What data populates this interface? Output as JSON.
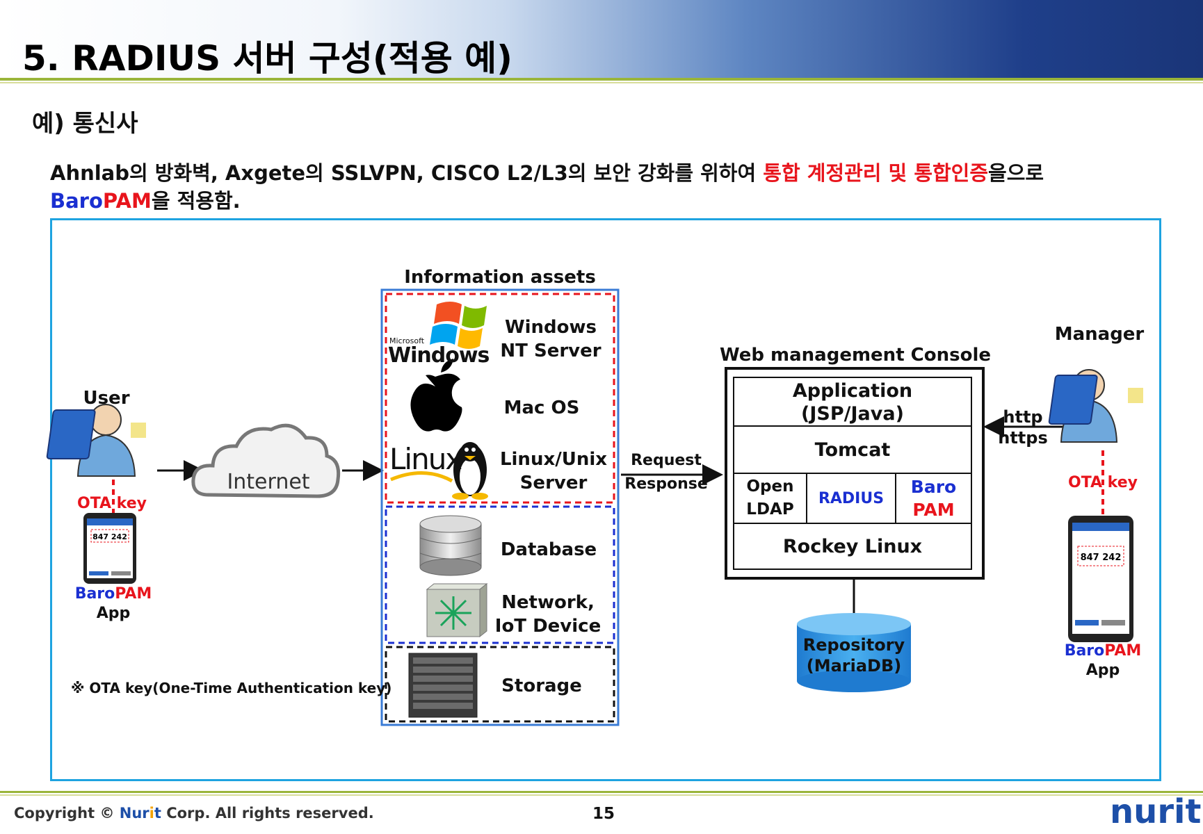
{
  "header": {
    "title": "5. RADIUS 서버 구성(적용 예)"
  },
  "subtitle": "예) 통신사",
  "description": {
    "part1": "Ahnlab의 방화벽, Axgete의 SSLVPN, CISCO L2/L3의 보안 강화를 위하여 ",
    "highlight": "통합 계정관리 및 통합인증",
    "part2": "을으로",
    "brand_a": "Baro",
    "brand_b": "PAM",
    "part3": "을 적용함."
  },
  "diagram": {
    "user": {
      "label": "User",
      "ota_key": "OTA key",
      "app_brand_a": "Baro",
      "app_brand_b": "PAM",
      "app_label": "App",
      "phone_code": "847 242"
    },
    "internet_label": "Internet",
    "assets": {
      "title": "Information assets",
      "windows_logo_small": "Microsoft",
      "windows_logo": "Windows",
      "windows_label_1": "Windows",
      "windows_label_2": "NT Server",
      "mac_label": "Mac OS",
      "linux_logo": "Linux",
      "linux_label_1": "Linux/Unix",
      "linux_label_2": "Server",
      "database_label": "Database",
      "network_label_1": "Network,",
      "network_label_2": "IoT Device",
      "storage_label": "Storage"
    },
    "request_label": "Request",
    "response_label": "Response",
    "console": {
      "title": "Web management Console",
      "application_1": "Application",
      "application_2": "(JSP/Java)",
      "tomcat": "Tomcat",
      "open_ldap_1": "Open",
      "open_ldap_2": "LDAP",
      "radius": "RADIUS",
      "baro_pam_1": "Baro",
      "baro_pam_2": "PAM",
      "rocky": "Rockey Linux"
    },
    "repository_1": "Repository",
    "repository_2": "(MariaDB)",
    "http_1": "http",
    "http_2": "https",
    "manager": {
      "label": "Manager",
      "ota_key": "OTA key",
      "app_brand_a": "Baro",
      "app_brand_b": "PAM",
      "app_label": "App",
      "phone_code": "847 242"
    },
    "ota_note": "※ OTA key(One-Time Authentication key)"
  },
  "footer": {
    "copyright_a": "Copyright © ",
    "copyright_brand_a": "Nur",
    "copyright_brand_b": "i",
    "copyright_brand_c": "t",
    "copyright_b": " Corp. All rights reserved.",
    "page_number": "15",
    "logo": "nurit"
  },
  "colors": {
    "accent_red": "#e8141c",
    "accent_blue": "#1a2fd1",
    "frame": "#1ea3e0",
    "header_dark": "#1a3578",
    "footer_line": "#9ab53a"
  }
}
